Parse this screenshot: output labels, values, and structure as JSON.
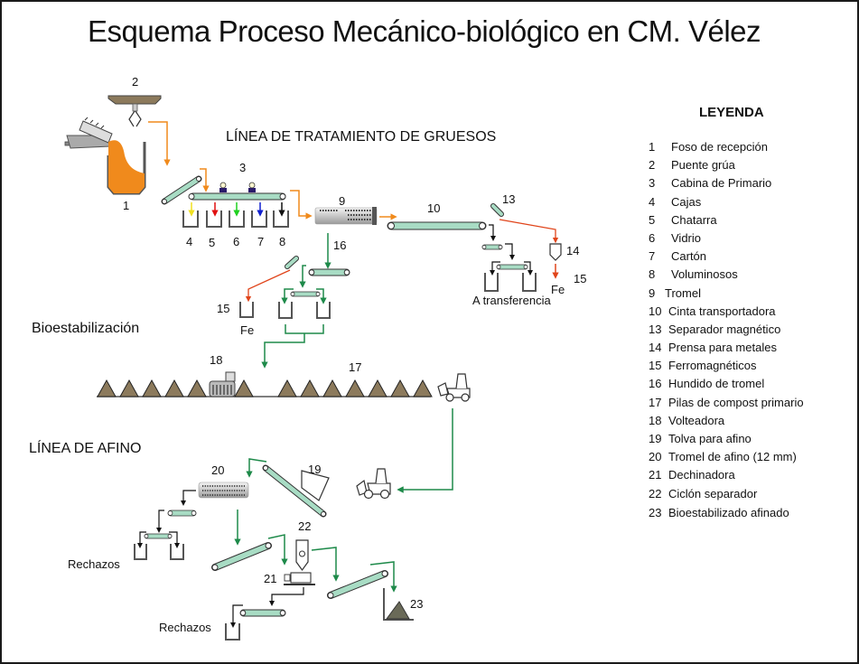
{
  "title": "Esquema Proceso Mecánico-biológico en CM. Vélez",
  "sections": {
    "gruesos": "LÍNEA DE TRATAMIENTO DE GRUESOS",
    "bioestabilizacion": "Bioestabilización",
    "afino": "LÍNEA DE AFINO"
  },
  "diagram_labels": {
    "n1": "1",
    "n2": "2",
    "n3": "3",
    "n4": "4",
    "n5": "5",
    "n6": "6",
    "n7": "7",
    "n8": "8",
    "n9": "9",
    "n10": "10",
    "n13": "13",
    "n14": "14",
    "n15a": "15",
    "n15b": "15",
    "n16": "16",
    "n17": "17",
    "n18": "18",
    "n19": "19",
    "n20": "20",
    "n21": "21",
    "n22": "22",
    "n23": "23",
    "fe_a": "Fe",
    "fe_b": "Fe",
    "a_transferencia": "A transferencia",
    "rechazos_a": "Rechazos",
    "rechazos_b": "Rechazos"
  },
  "legend": {
    "title": "LEYENDA",
    "items": [
      {
        "num": "1",
        "label": "Foso de recepción"
      },
      {
        "num": "2",
        "label": "Puente grúa"
      },
      {
        "num": "3",
        "label": "Cabina de Primario"
      },
      {
        "num": "4",
        "label": "Cajas"
      },
      {
        "num": "5",
        "label": "Chatarra"
      },
      {
        "num": "6",
        "label": "Vidrio"
      },
      {
        "num": "7",
        "label": "Cartón"
      },
      {
        "num": "8",
        "label": "Voluminosos"
      },
      {
        "num": "9",
        "label": "Tromel"
      },
      {
        "num": "10",
        "label": "Cinta transportadora"
      },
      {
        "num": "13",
        "label": "Separador magnético"
      },
      {
        "num": "14",
        "label": "Prensa para metales"
      },
      {
        "num": "15",
        "label": "Ferromagnéticos"
      },
      {
        "num": "16",
        "label": "Hundido de tromel"
      },
      {
        "num": "17",
        "label": "Pilas de compost primario"
      },
      {
        "num": "18",
        "label": "Volteadora"
      },
      {
        "num": "19",
        "label": "Tolva para afino"
      },
      {
        "num": "20",
        "label": "Tromel de afino (12 mm)"
      },
      {
        "num": "21",
        "label": "Dechinadora"
      },
      {
        "num": "22",
        "label": "Ciclón separador"
      },
      {
        "num": "23",
        "label": "Bioestabilizado afinado"
      }
    ]
  },
  "colors": {
    "orange_flow": "#f08a1c",
    "green_flow": "#1e8a4a",
    "red_flow": "#e0441a",
    "black_flow": "#111111",
    "conveyor": "#a8dcc4",
    "pile": "#8c7a5c",
    "sort_yellow": "#f0e020",
    "sort_red": "#e01010",
    "sort_green": "#20d020",
    "sort_blue": "#1020d0"
  }
}
